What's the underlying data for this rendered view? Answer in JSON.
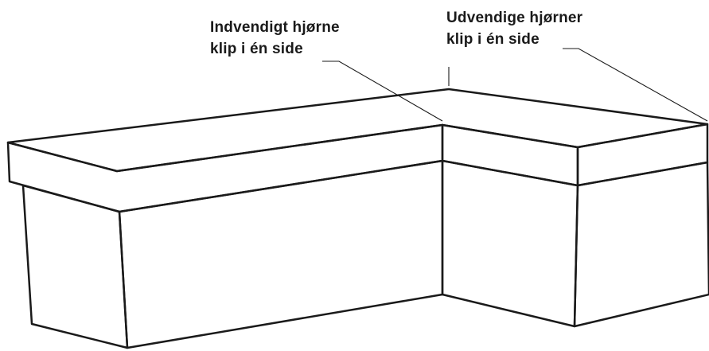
{
  "labels": {
    "inner_corner": {
      "line1": "Indvendigt hjørne",
      "line2": "klip i én side"
    },
    "outer_corner": {
      "line1": "Udvendige hjørner",
      "line2": "klip i én side"
    }
  },
  "colors": {
    "line": "#1a1a1a",
    "background": "#ffffff"
  }
}
